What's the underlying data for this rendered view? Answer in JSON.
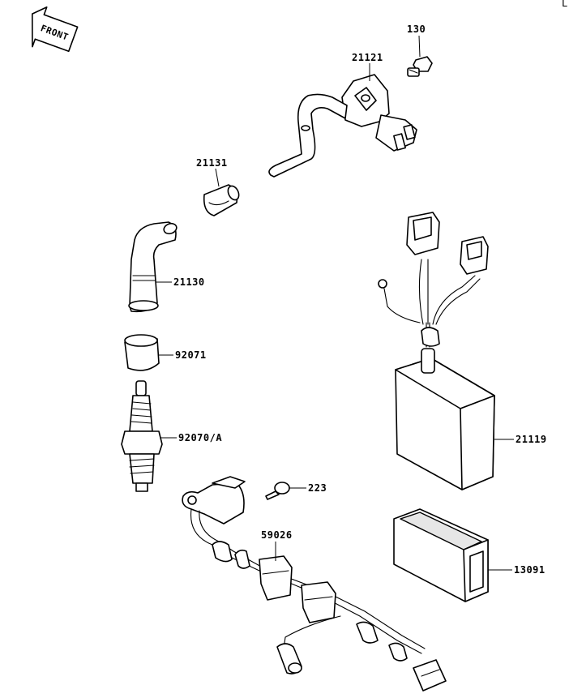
{
  "front_arrow": {
    "label": "FRONT"
  },
  "corner_mark": "L",
  "callouts": [
    {
      "id": "c130",
      "text": "130"
    },
    {
      "id": "c21121",
      "text": "21121"
    },
    {
      "id": "c21131",
      "text": "21131"
    },
    {
      "id": "c21130",
      "text": "21130"
    },
    {
      "id": "c92071",
      "text": "92071"
    },
    {
      "id": "c92070",
      "text": "92070/A"
    },
    {
      "id": "c223",
      "text": "223"
    },
    {
      "id": "c59026",
      "text": "59026"
    },
    {
      "id": "c21119",
      "text": "21119"
    },
    {
      "id": "c13091",
      "text": "13091"
    }
  ]
}
